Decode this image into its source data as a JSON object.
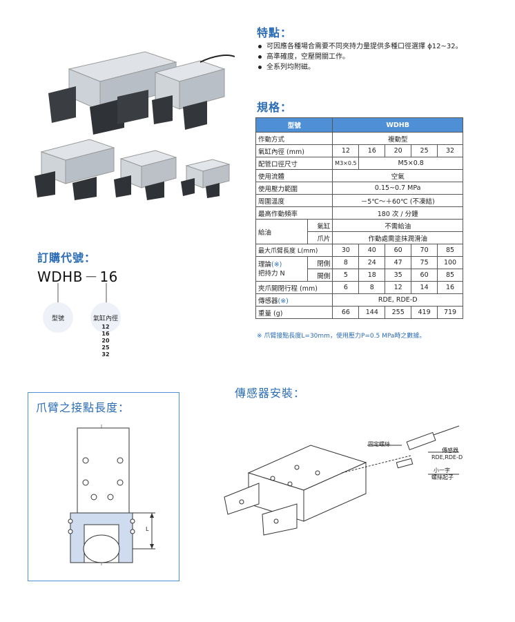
{
  "features": {
    "title": "特點：",
    "items": [
      "可因應各種場合需要不同夾持力量提供多種口徑選擇 ϕ12~32。",
      "高準確度，空壓開關工作。",
      "全系列均附磁。"
    ]
  },
  "spec": {
    "title": "規格：",
    "header": {
      "label": "型號",
      "model": "WDHB"
    },
    "rows": {
      "action": {
        "label": "作動方式",
        "value": "複動型"
      },
      "bore": {
        "label": "氣缸內徑 (mm)",
        "values": [
          "12",
          "16",
          "20",
          "25",
          "32"
        ]
      },
      "port": {
        "label": "配管口徑尺寸",
        "small": "M3×0.5",
        "value": "M5×0.8"
      },
      "fluid": {
        "label": "使用流體",
        "value": "空氣"
      },
      "pressure": {
        "label": "使用壓力範圍",
        "value": "0.15~0.7 MPa"
      },
      "temp": {
        "label": "周圍溫度",
        "value": "－5℃～＋60℃ (不凍結)"
      },
      "freq": {
        "label": "最高作動頻率",
        "value": "180 次 / 分鐘"
      },
      "lube": {
        "label": "給油",
        "cyl_label": "氣缸",
        "cyl_value": "不需給油",
        "claw_label": "爪片",
        "claw_value": "作動處需塗抹潤滑油"
      },
      "length": {
        "label": "最大爪臂長度 L(mm)",
        "values": [
          "30",
          "40",
          "60",
          "70",
          "85"
        ]
      },
      "force": {
        "label_a": "理論",
        "label_mark": "(※)",
        "label_b": "把持力 N",
        "close_label": "閉側",
        "close_values": [
          "8",
          "24",
          "47",
          "75",
          "100"
        ],
        "open_label": "開側",
        "open_values": [
          "5",
          "18",
          "35",
          "60",
          "85"
        ]
      },
      "stroke": {
        "label": "夾爪開閉行程 (mm)",
        "values": [
          "6",
          "8",
          "12",
          "14",
          "16"
        ]
      },
      "sensor": {
        "label": "傳感器",
        "mark": "(※)",
        "value": "RDE, RDE-D"
      },
      "weight": {
        "label": "重量 (g)",
        "values": [
          "66",
          "144",
          "255",
          "419",
          "719"
        ]
      }
    },
    "footnote": "※ 爪臂接點長度L=30mm，使用壓力P=0.5 MPa時之數據。"
  },
  "order": {
    "title": "訂購代號：",
    "model": "WDHB",
    "dash": "－",
    "size": "16",
    "type_label": "型號",
    "bore_label": "氣缸內徑",
    "sizes": [
      "12",
      "16",
      "20",
      "25",
      "32"
    ]
  },
  "claw_length": {
    "title": "爪臂之接點長度：",
    "dim_label": "L"
  },
  "sensor_install": {
    "title": "傳感器安裝：",
    "screw_label": "固定螺絲",
    "sensor_label": "傳感器",
    "sensor_model": "RDE,RDE-D",
    "driver_label_1": "小一字",
    "driver_label_2": "螺絲起子"
  },
  "colors": {
    "accent": "#2a6cb5",
    "table_header": "#4f8fd6"
  }
}
